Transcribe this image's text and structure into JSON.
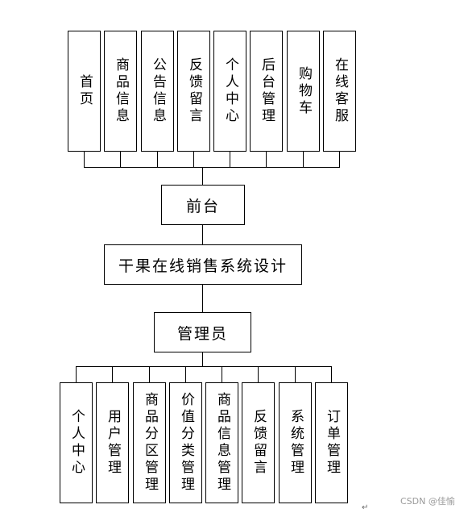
{
  "top_modules": [
    "首页",
    "商品信息",
    "公告信息",
    "反馈留言",
    "个人中心",
    "后台管理",
    "购物车",
    "在线客服"
  ],
  "front_node": "前台",
  "system_title": "干果在线销售系统设计",
  "admin_node": "管理员",
  "admin_modules": [
    "个人中心",
    "用户管理",
    "商品分区管理",
    "价值分类管理",
    "商品信息管理",
    "反馈留言",
    "系统管理",
    "订单管理"
  ],
  "watermark": "CSDN @佳愉",
  "return_mark": "↵"
}
